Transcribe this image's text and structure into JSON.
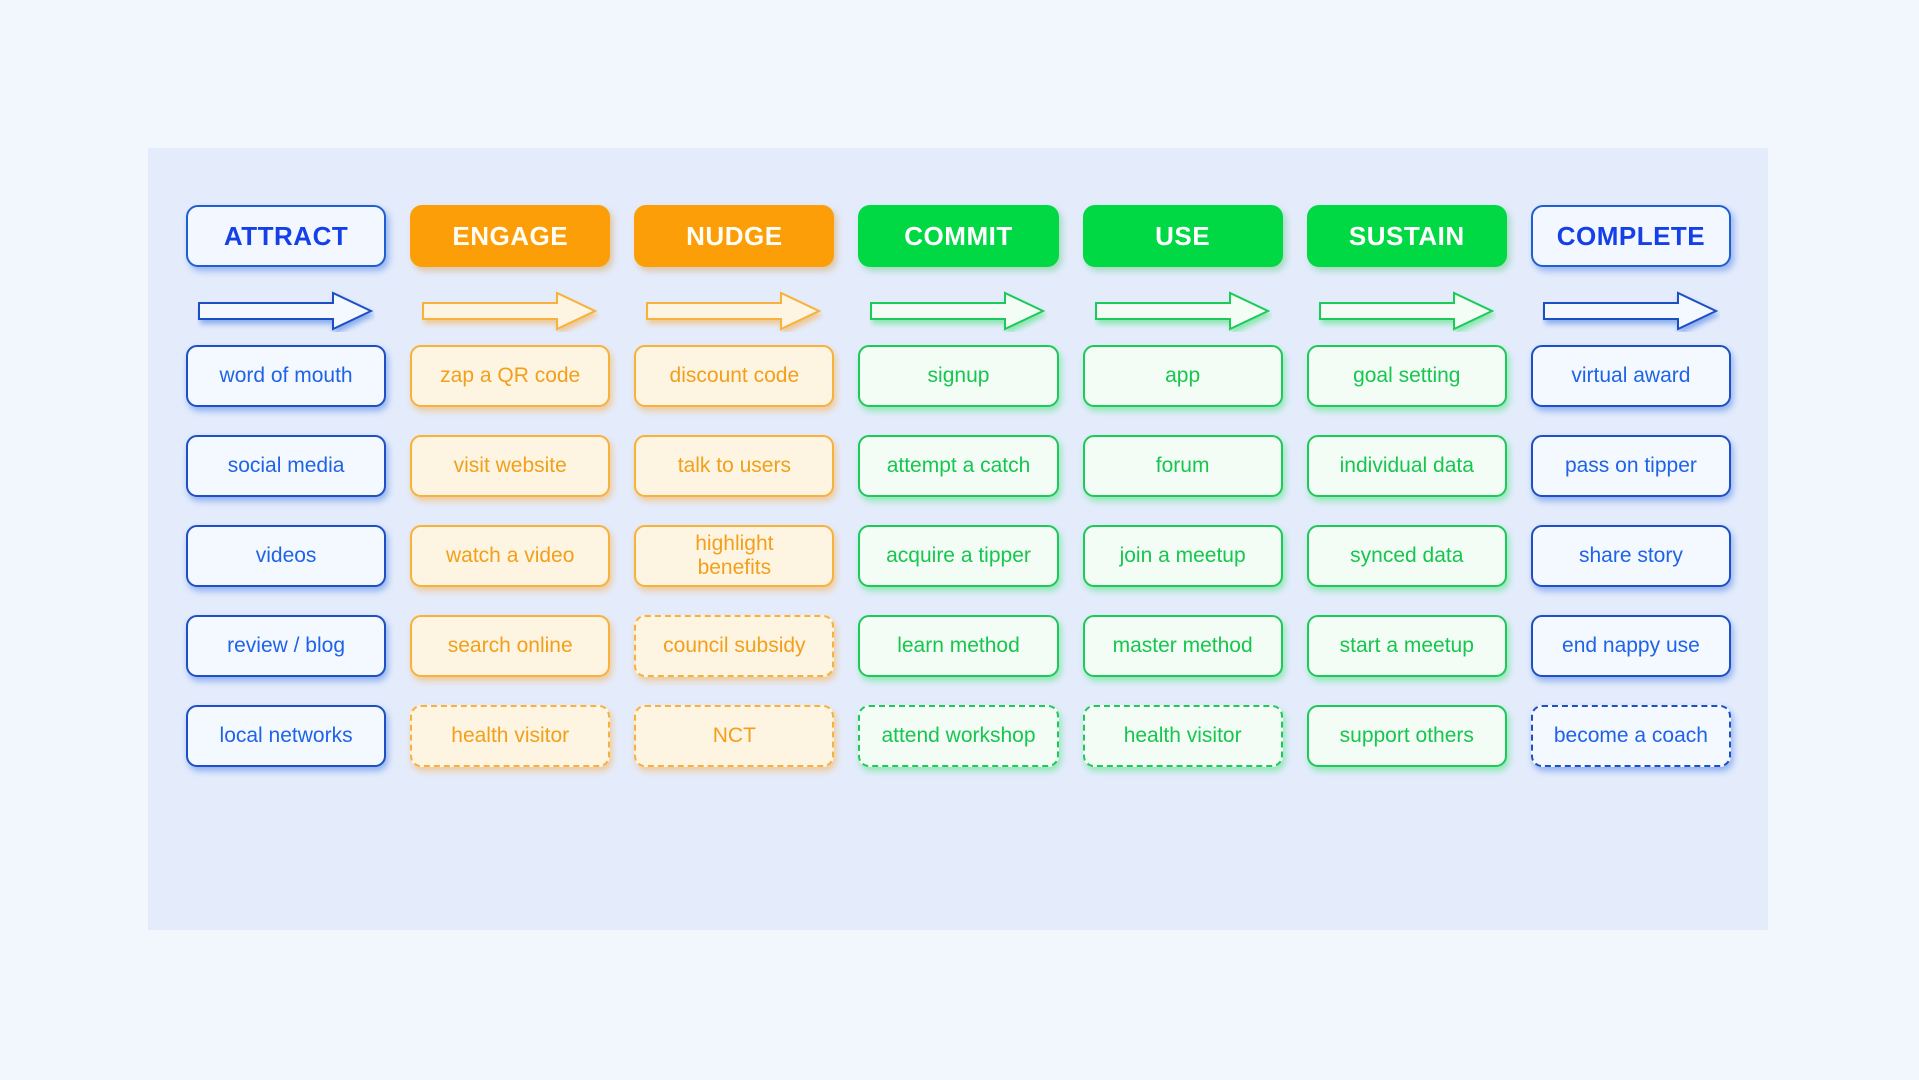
{
  "palette": {
    "page_background": "#f2f7fe",
    "panel_background": "#e4ecfc",
    "blue_accent": "#1f63e8",
    "blue_border": "#1f4fc4",
    "orange_fill": "#fb9e07",
    "orange_accent": "#f2a01b",
    "orange_border": "#f6b23c",
    "green_fill": "#00d844",
    "green_accent": "#17c64f",
    "green_border": "#1ec95a"
  },
  "columns": [
    {
      "header": "ATTRACT",
      "theme": "blue",
      "header_style": "outline",
      "arrow": "arrow-right-blue",
      "cells": [
        {
          "label": "word of mouth",
          "border": "solid"
        },
        {
          "label": "social media",
          "border": "solid"
        },
        {
          "label": "videos",
          "border": "solid"
        },
        {
          "label": "review / blog",
          "border": "solid"
        },
        {
          "label": "local networks",
          "border": "solid"
        }
      ]
    },
    {
      "header": "ENGAGE",
      "theme": "orange",
      "header_style": "filled",
      "arrow": "arrow-right-orange",
      "cells": [
        {
          "label": "zap a QR code",
          "border": "solid"
        },
        {
          "label": "visit  website",
          "border": "solid"
        },
        {
          "label": "watch a video",
          "border": "solid"
        },
        {
          "label": "search online",
          "border": "solid"
        },
        {
          "label": "health visitor",
          "border": "dashed"
        }
      ]
    },
    {
      "header": "NUDGE",
      "theme": "orange",
      "header_style": "filled",
      "arrow": "arrow-right-orange",
      "cells": [
        {
          "label": "discount code",
          "border": "solid"
        },
        {
          "label": "talk to users",
          "border": "solid"
        },
        {
          "label": "highlight\nbenefits",
          "border": "solid"
        },
        {
          "label": "council subsidy",
          "border": "dashed"
        },
        {
          "label": "NCT",
          "border": "dashed"
        }
      ]
    },
    {
      "header": "COMMIT",
      "theme": "green",
      "header_style": "filled",
      "arrow": "arrow-right-green",
      "cells": [
        {
          "label": "signup",
          "border": "solid"
        },
        {
          "label": "attempt  a catch",
          "border": "solid"
        },
        {
          "label": "acquire a tipper",
          "border": "solid"
        },
        {
          "label": "learn method",
          "border": "solid"
        },
        {
          "label": "attend workshop",
          "border": "dashed"
        }
      ]
    },
    {
      "header": "USE",
      "theme": "green",
      "header_style": "filled",
      "arrow": "arrow-right-green",
      "cells": [
        {
          "label": "app",
          "border": "solid"
        },
        {
          "label": "forum",
          "border": "solid"
        },
        {
          "label": "join a meetup",
          "border": "solid"
        },
        {
          "label": "master method",
          "border": "solid"
        },
        {
          "label": "health visitor",
          "border": "dashed"
        }
      ]
    },
    {
      "header": "SUSTAIN",
      "theme": "green",
      "header_style": "filled",
      "arrow": "arrow-right-green",
      "cells": [
        {
          "label": "goal setting",
          "border": "solid"
        },
        {
          "label": "individual data",
          "border": "solid"
        },
        {
          "label": "synced  data",
          "border": "solid"
        },
        {
          "label": "start a meetup",
          "border": "solid"
        },
        {
          "label": "support others",
          "border": "solid"
        }
      ]
    },
    {
      "header": "COMPLETE",
      "theme": "blue",
      "header_style": "outline",
      "arrow": "arrow-right-blue",
      "cells": [
        {
          "label": "virtual award",
          "border": "solid"
        },
        {
          "label": "pass on tipper",
          "border": "solid"
        },
        {
          "label": "share story",
          "border": "solid"
        },
        {
          "label": "end nappy use",
          "border": "solid"
        },
        {
          "label": "become a coach",
          "border": "dashed"
        }
      ]
    }
  ]
}
